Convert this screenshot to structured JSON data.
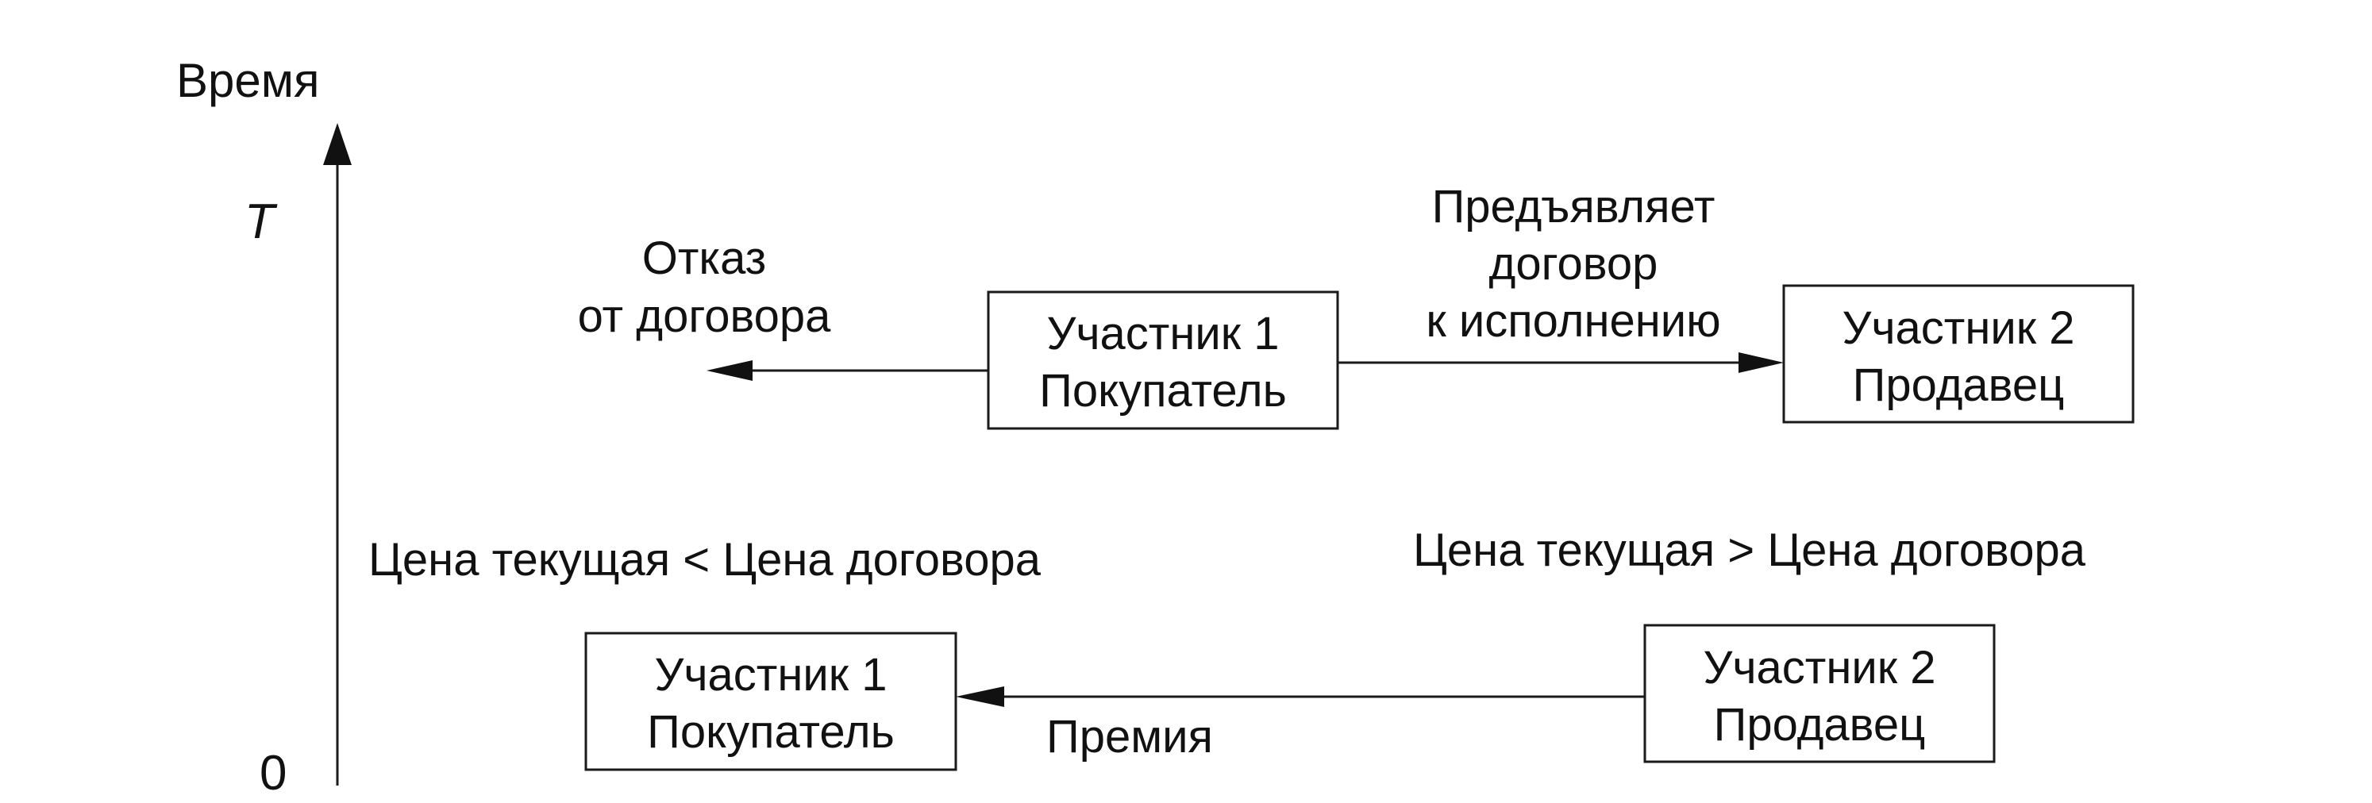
{
  "axis": {
    "label": "Время",
    "top_tick": "T",
    "bottom_tick": "0"
  },
  "top_row": {
    "buyer_box": [
      "Участник 1",
      "Покупатель"
    ],
    "seller_box": [
      "Участник 2",
      "Продавец"
    ],
    "refuse_label": [
      "Отказ",
      "от договора"
    ],
    "present_label": [
      "Предъявляет",
      "договор",
      "к исполнению"
    ]
  },
  "conditions": {
    "left": "Цена текущая < Цена договора",
    "right": "Цена текущая > Цена договора"
  },
  "bottom_row": {
    "buyer_box": [
      "Участник 1",
      "Покупатель"
    ],
    "seller_box": [
      "Участник 2",
      "Продавец"
    ],
    "premium_label": "Премия"
  }
}
